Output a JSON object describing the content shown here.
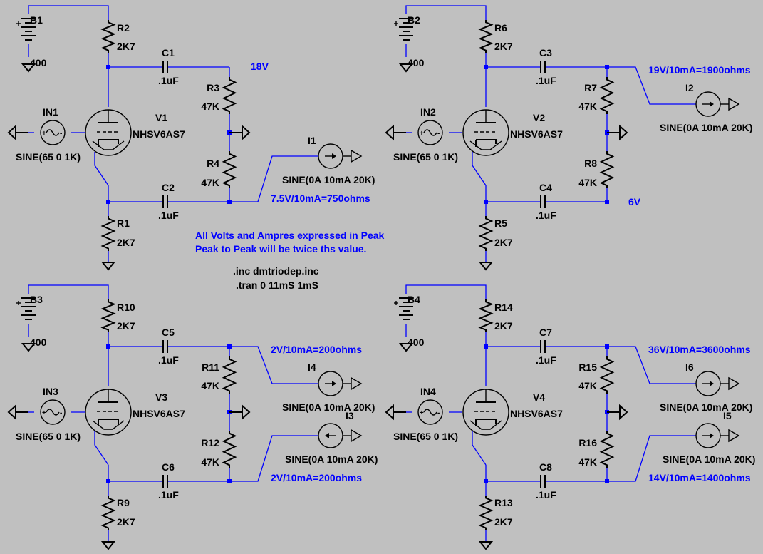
{
  "stages": [
    {
      "battery": {
        "name": "B1",
        "value": "400"
      },
      "anode_res": {
        "name": "R2",
        "value": "2K7"
      },
      "coupling_top": {
        "name": "C1",
        "value": ".1uF"
      },
      "div_top": {
        "name": "R3",
        "value": "47K"
      },
      "div_bottom": {
        "name": "R4",
        "value": "47K"
      },
      "coupling_bottom": {
        "name": "C2",
        "value": ".1uF"
      },
      "cathode_res": {
        "name": "R1",
        "value": "2K7"
      },
      "source": {
        "name": "IN1",
        "value": "SINE(65 0 1K)"
      },
      "tube": {
        "name": "V1",
        "value": "NHSV6AS7"
      },
      "note_top": "18V",
      "note_bottom": "7.5V/10mA=750ohms",
      "load_bottom": {
        "name": "I1",
        "value": "SINE(0A 10mA 20K)"
      }
    },
    {
      "battery": {
        "name": "B2",
        "value": "400"
      },
      "anode_res": {
        "name": "R6",
        "value": "2K7"
      },
      "coupling_top": {
        "name": "C3",
        "value": ".1uF"
      },
      "div_top": {
        "name": "R7",
        "value": "47K"
      },
      "div_bottom": {
        "name": "R8",
        "value": "47K"
      },
      "coupling_bottom": {
        "name": "C4",
        "value": ".1uF"
      },
      "cathode_res": {
        "name": "R5",
        "value": "2K7"
      },
      "source": {
        "name": "IN2",
        "value": "SINE(65 0 1K)"
      },
      "tube": {
        "name": "V2",
        "value": "NHSV6AS7"
      },
      "note_top": "19V/10mA=1900ohms",
      "note_bottom": "6V",
      "load_top": {
        "name": "I2",
        "value": "SINE(0A 10mA 20K)"
      }
    },
    {
      "battery": {
        "name": "B3",
        "value": "400"
      },
      "anode_res": {
        "name": "R10",
        "value": "2K7"
      },
      "coupling_top": {
        "name": "C5",
        "value": ".1uF"
      },
      "div_top": {
        "name": "R11",
        "value": "47K"
      },
      "div_bottom": {
        "name": "R12",
        "value": "47K"
      },
      "coupling_bottom": {
        "name": "C6",
        "value": ".1uF"
      },
      "cathode_res": {
        "name": "R9",
        "value": "2K7"
      },
      "source": {
        "name": "IN3",
        "value": "SINE(65 0 1K)"
      },
      "tube": {
        "name": "V3",
        "value": "NHSV6AS7"
      },
      "note_top": "2V/10mA=200ohms",
      "note_bottom": "2V/10mA=200ohms",
      "load_top": {
        "name": "I4",
        "value": "SINE(0A 10mA 20K)"
      },
      "load_bottom": {
        "name": "I3",
        "value": "SINE(0A 10mA 20K)"
      }
    },
    {
      "battery": {
        "name": "B4",
        "value": "400"
      },
      "anode_res": {
        "name": "R14",
        "value": "2K7"
      },
      "coupling_top": {
        "name": "C7",
        "value": ".1uF"
      },
      "div_top": {
        "name": "R15",
        "value": "47K"
      },
      "div_bottom": {
        "name": "R16",
        "value": "47K"
      },
      "coupling_bottom": {
        "name": "C8",
        "value": ".1uF"
      },
      "cathode_res": {
        "name": "R13",
        "value": "2K7"
      },
      "source": {
        "name": "IN4",
        "value": "SINE(65 0 1K)"
      },
      "tube": {
        "name": "V4",
        "value": "NHSV6AS7"
      },
      "note_top": "36V/10mA=3600ohms",
      "note_bottom": "14V/10mA=1400ohms",
      "load_top": {
        "name": "I6",
        "value": "SINE(0A 10mA 20K)"
      },
      "load_bottom": {
        "name": "I5",
        "value": "SINE(0A 10mA 20K)"
      }
    }
  ],
  "comment": {
    "line1": "All Volts and Ampres expressed in Peak",
    "line2": "Peak to Peak will be twice ths value."
  },
  "directives": {
    "inc": ".inc dmtriodep.inc",
    "tran": ".tran 0 11mS 1mS"
  },
  "colors": {
    "background": "#c0c0c0",
    "wire": "#0000ff",
    "component": "#000000",
    "comment": "#0000ff"
  }
}
